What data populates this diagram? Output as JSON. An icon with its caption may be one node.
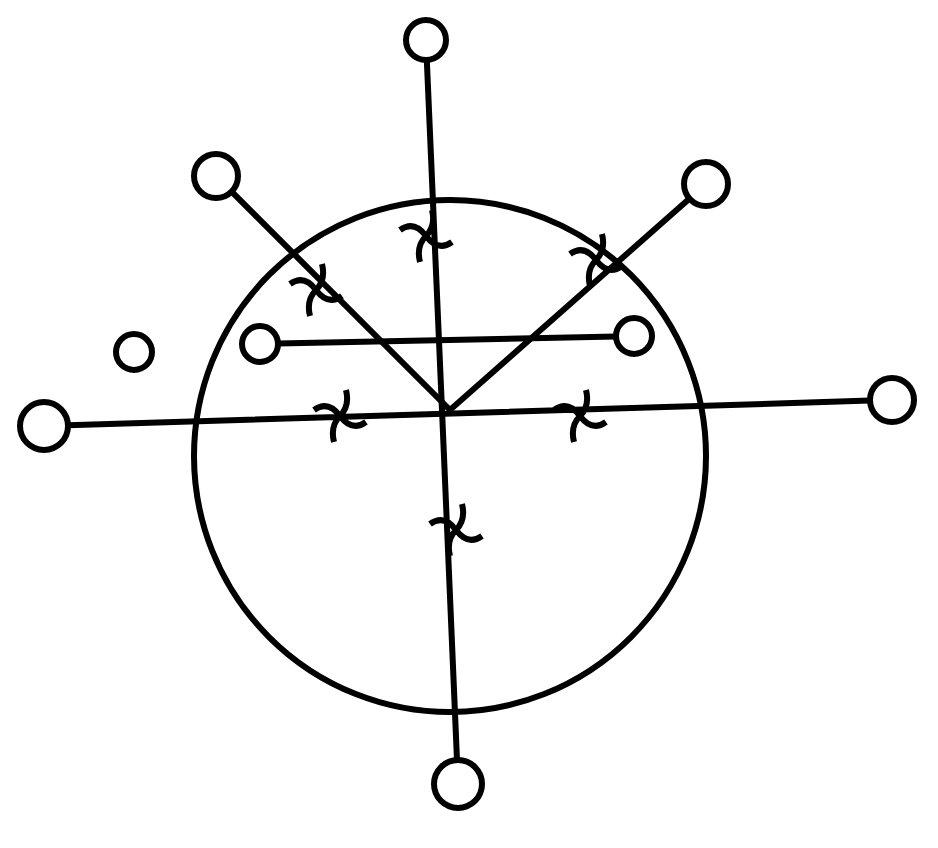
{
  "diagram": {
    "nodes": [
      {
        "text": [],
        "shape": "circle"
      },
      {
        "text": [],
        "shape": "circle"
      },
      {
        "text": [],
        "shape": "circle"
      },
      {
        "text": [],
        "shape": "circle"
      },
      {
        "text": [],
        "shape": "circle",
        "in": 3
      },
      {
        "text": [],
        "shape": "circle",
        "in": 3
      },
      {
        "text": [],
        "shape": "circle"
      },
      {
        "text": [],
        "shape": "circle"
      },
      {
        "text": [],
        "shape": "circle"
      },
      {
        "text": [],
        "shape": "circle"
      }
    ],
    "edges": [
      {
        "from": 0,
        "to": 9,
        "arrow": "none"
      },
      {
        "from": 7,
        "to": 8,
        "arrow": "none"
      },
      {
        "from": 1,
        "to": 2,
        "arrow": "none"
      },
      {
        "from": 4,
        "to": 5,
        "arrow": "none"
      }
    ]
  }
}
